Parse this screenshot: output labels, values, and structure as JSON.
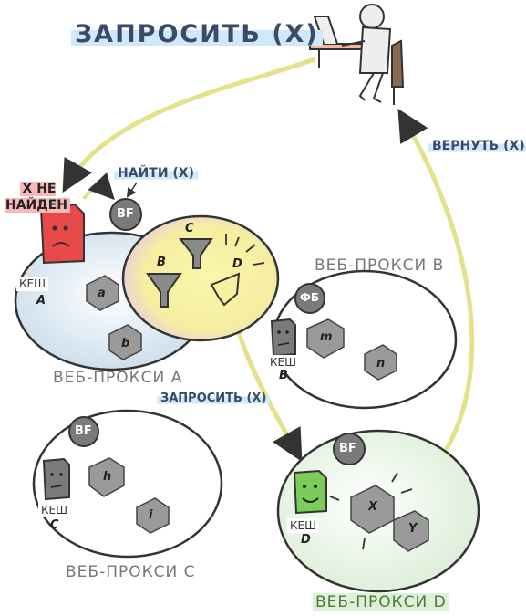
{
  "title": "ЗАПРОСИТЬ (X)",
  "return_label": "ВЕРНУТЬ (X)",
  "not_found_label": "X НЕ\nНАЙДЕН",
  "find_label": "НАЙТИ (X)",
  "request_label_small": "ЗАПРОСИТЬ (X)",
  "cache_word": "КЕШ",
  "proxies": {
    "a": {
      "name": "ВЕБ-ПРОКСИ A",
      "filter": "BF",
      "cache_id": "A",
      "docs": [
        "a",
        "b"
      ]
    },
    "b": {
      "name": "ВЕБ-ПРОКСИ B",
      "filter": "ФБ",
      "cache_id": "B",
      "docs": [
        "m",
        "n"
      ]
    },
    "c": {
      "name": "ВЕБ-ПРОКСИ C",
      "filter": "BF",
      "cache_id": "C",
      "docs": [
        "h",
        "i"
      ]
    },
    "d": {
      "name": "ВЕБ-ПРОКСИ D",
      "filter": "BF",
      "cache_id": "D",
      "docs": [
        "X",
        "Y"
      ]
    }
  },
  "filter_bubble": {
    "nodes": [
      "B",
      "C",
      "D"
    ]
  },
  "colors": {
    "arrow": "#e3e28a",
    "title_highlight": "#cfe9fb",
    "not_found_highlight": "#f6b8b8",
    "proxy_a_fill": "#c9dcea",
    "proxy_d_fill": "#d8edd4",
    "cache_a_fill": "#e84a4a",
    "cache_d_fill": "#7ccc5a"
  }
}
